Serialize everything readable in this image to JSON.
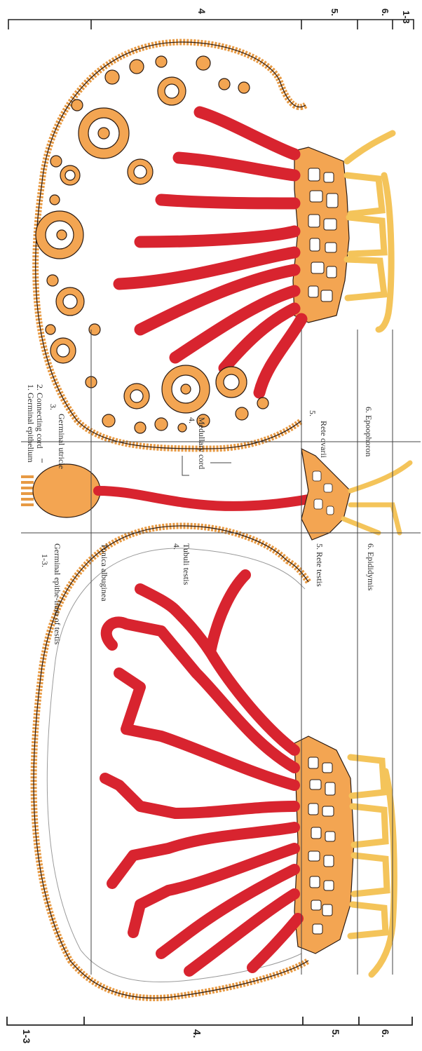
{
  "colors": {
    "tubule_red": "#d8242f",
    "rete_orange": "#f3a552",
    "epididymis_yellow": "#f4c45a",
    "outline": "#2a1a12",
    "epithelium": "#e79a44"
  },
  "zones_top": [
    "1-3",
    "4",
    "5.",
    "6."
  ],
  "zones_bottom": [
    "1-3",
    "4.",
    "5.",
    "6."
  ],
  "center_labels": {
    "germinal_epithelium_of_testis_num": "1-3.",
    "germinal_epithelium_of_testis": "Germinal epithe-lium of testis",
    "tunica_albuginea": "Tunica albuginea",
    "tubuli_testis_num": "4.",
    "tubuli_testis": "Tubuli testis",
    "rete_testis": "5. Rete testis",
    "epididymis": "6. Epididymis",
    "germinal_epithelium": "1. Germinal epithelium",
    "connecting_cord": "2. Connecting cord",
    "germinal_utricle_num": "3.",
    "germinal_utricle": "Germinal utricle",
    "medullary_cord_num": "4.",
    "medullary_cord": "Medullary cord",
    "rete_ovarii_num": "5.",
    "rete_ovarii": "Rete ovarii",
    "epoophoron": "6. Epoophoron"
  }
}
